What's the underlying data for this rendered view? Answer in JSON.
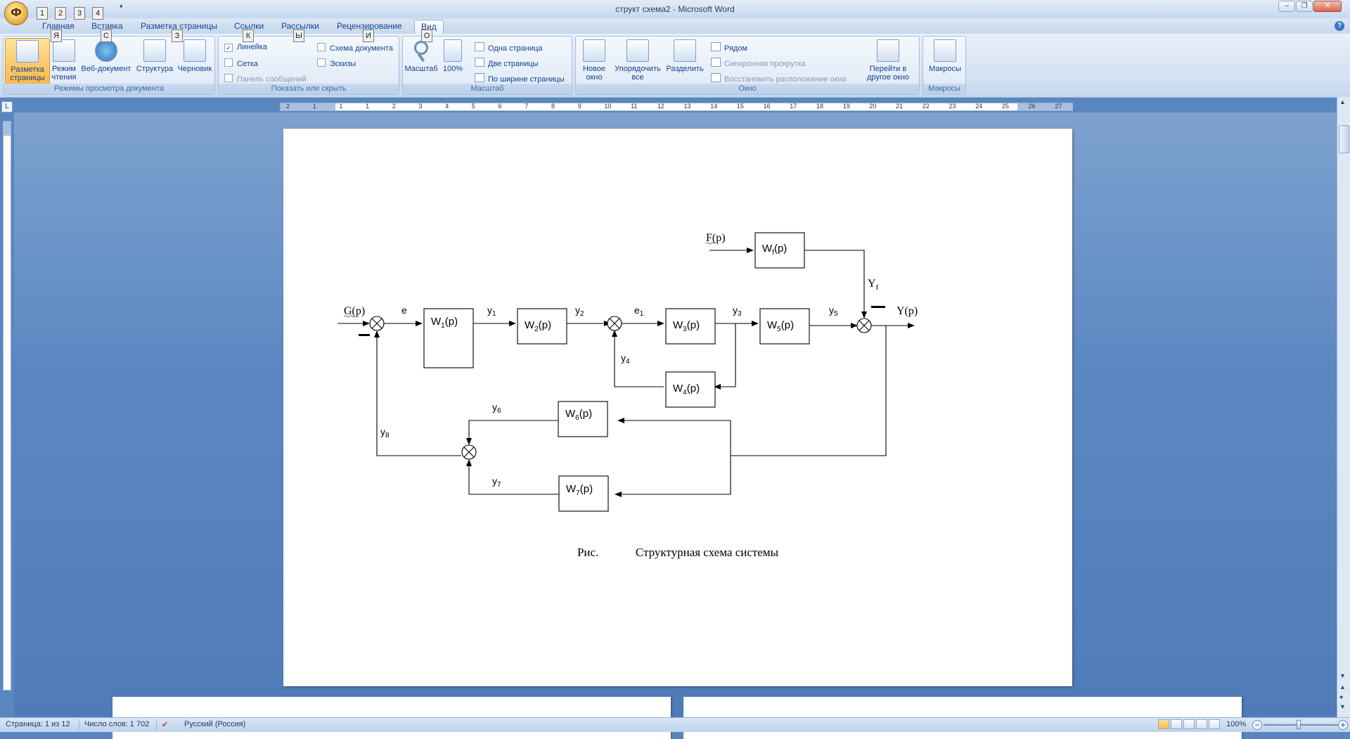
{
  "window": {
    "title": "структ схема2 - Microsoft Word",
    "office_button_key": "Ф",
    "qat_keys": [
      "1",
      "2",
      "3",
      "4"
    ]
  },
  "tabs": [
    {
      "label": "Главная",
      "key": "Я"
    },
    {
      "label": "Вставка",
      "key": "С"
    },
    {
      "label": "Разметка страницы",
      "key": "З"
    },
    {
      "label": "Ссылки",
      "key": "К"
    },
    {
      "label": "Рассылки",
      "key": "Ы"
    },
    {
      "label": "Рецензирование",
      "key": "И"
    },
    {
      "label": "Вид",
      "key": "О"
    }
  ],
  "ribbon": {
    "views_group": {
      "label": "Режимы просмотра документа",
      "buttons": [
        "Разметка страницы",
        "Режим чтения",
        "Веб-документ",
        "Структура",
        "Черновик"
      ]
    },
    "show_group": {
      "label": "Показать или скрыть",
      "ruler": "Линейка",
      "gridlines": "Сетка",
      "message_bar": "Панель сообщений",
      "doc_map": "Схема документа",
      "thumbnails": "Эскизы"
    },
    "zoom_group": {
      "label": "Масштаб",
      "zoom": "Масштаб",
      "hundred": "100%",
      "one_page": "Одна страница",
      "two_pages": "Две страницы",
      "page_width": "По ширине страницы"
    },
    "window_group": {
      "label": "Окно",
      "new_window": "Новое окно",
      "arrange_all": "Упорядочить все",
      "split": "Разделить",
      "side_by_side": "Рядом",
      "sync_scroll": "Синхронная прокрутка",
      "reset_position": "Восстановить расположение окна",
      "switch_windows": "Перейти в другое окно"
    },
    "macros_group": {
      "label": "Макросы",
      "macros": "Макросы"
    }
  },
  "ruler": {
    "numbers": [
      "2",
      "1",
      "1",
      "1",
      "2",
      "3",
      "4",
      "5",
      "6",
      "7",
      "8",
      "9",
      "10",
      "11",
      "12",
      "13",
      "14",
      "15",
      "16",
      "17",
      "18",
      "19",
      "20",
      "21",
      "22",
      "23",
      "24",
      "25",
      "26",
      "27"
    ]
  },
  "diagram": {
    "inputs": {
      "g": "G(p)",
      "f": "F(p)",
      "y": "Y(p)"
    },
    "blocks": {
      "w1": "W",
      "w1_sub": "1",
      "w2_sub": "2",
      "w3_sub": "3",
      "w4_sub": "4",
      "w5_sub": "5",
      "w6_sub": "6",
      "w7_sub": "7",
      "wf_sub": "f",
      "arg": "(p)"
    },
    "signals": {
      "e": "e",
      "e1": "e",
      "e1_sub": "1",
      "y": "y",
      "y1_sub": "1",
      "y2_sub": "2",
      "y3_sub": "3",
      "y4_sub": "4",
      "y5_sub": "5",
      "y6_sub": "6",
      "y7_sub": "7",
      "y8_sub": "8",
      "yf": "Y",
      "yf_sub": "f"
    },
    "caption_left": "Рис.",
    "caption_right": "Структурная схема системы"
  },
  "statusbar": {
    "page": "Страница: 1 из 12",
    "words": "Число слов: 1 702",
    "language": "Русский (Россия)",
    "zoom": "100%"
  }
}
